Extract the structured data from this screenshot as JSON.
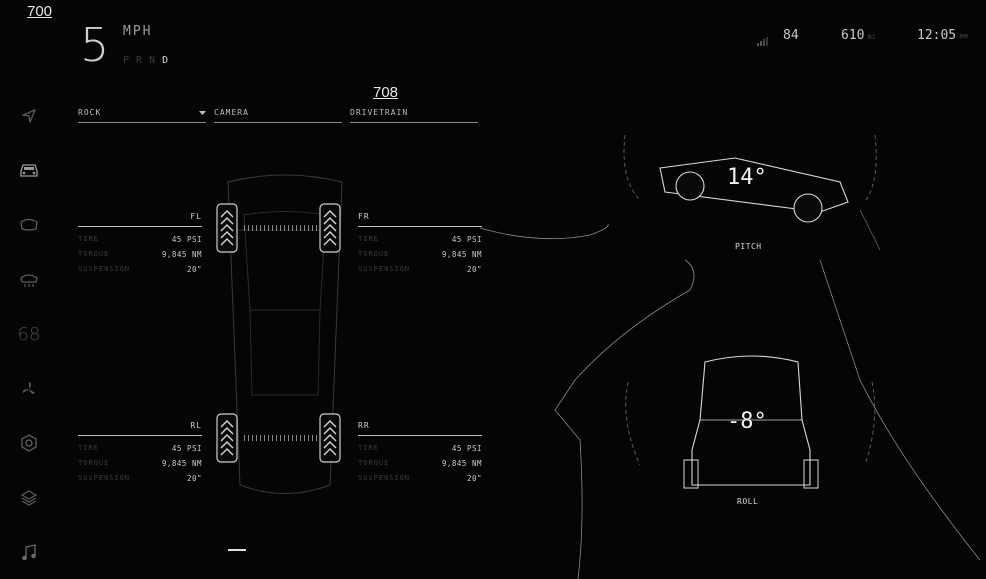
{
  "markers": {
    "top_left": "700",
    "tabs_center": "708"
  },
  "header": {
    "speed": "5",
    "speed_unit": "MPH",
    "gears": [
      "P",
      "R",
      "N",
      "D"
    ],
    "active_gear": "D"
  },
  "status": {
    "range": "84",
    "odometer": "610",
    "odometer_unit": "mi",
    "time": "12:05",
    "ampm": "PM"
  },
  "sidebar": {
    "icons": [
      "navigation-icon",
      "car-icon",
      "wiper-icon",
      "defrost-icon",
      "temperature",
      "fan-icon",
      "settings-icon",
      "layers-icon",
      "music-icon"
    ],
    "temperature": "68"
  },
  "tabs": {
    "mode": "ROCK",
    "camera": "CAMERA",
    "drivetrain": "DRIVETRAIN"
  },
  "wheels": {
    "fl": {
      "label": "FL",
      "rows": [
        {
          "label": "TIRE",
          "value": "45 PSI"
        },
        {
          "label": "TORQUE",
          "value": "9,845 NM"
        },
        {
          "label": "SUSPENSION",
          "value": "20\""
        }
      ]
    },
    "fr": {
      "label": "FR",
      "rows": [
        {
          "label": "TIRE",
          "value": "45 PSI"
        },
        {
          "label": "TORQUE",
          "value": "9,845 NM"
        },
        {
          "label": "SUSPENSION",
          "value": "20\""
        }
      ]
    },
    "rl": {
      "label": "RL",
      "rows": [
        {
          "label": "TIRE",
          "value": "45 PSI"
        },
        {
          "label": "TORQUE",
          "value": "9,845 NM"
        },
        {
          "label": "SUSPENSION",
          "value": "20\""
        }
      ]
    },
    "rr": {
      "label": "RR",
      "rows": [
        {
          "label": "TIRE",
          "value": "45 PSI"
        },
        {
          "label": "TORQUE",
          "value": "9,845 NM"
        },
        {
          "label": "SUSPENSION",
          "value": "20\""
        }
      ]
    }
  },
  "inclinometer": {
    "pitch_value": "14°",
    "pitch_label": "PITCH",
    "roll_value": "-8°",
    "roll_label": "ROLL"
  }
}
